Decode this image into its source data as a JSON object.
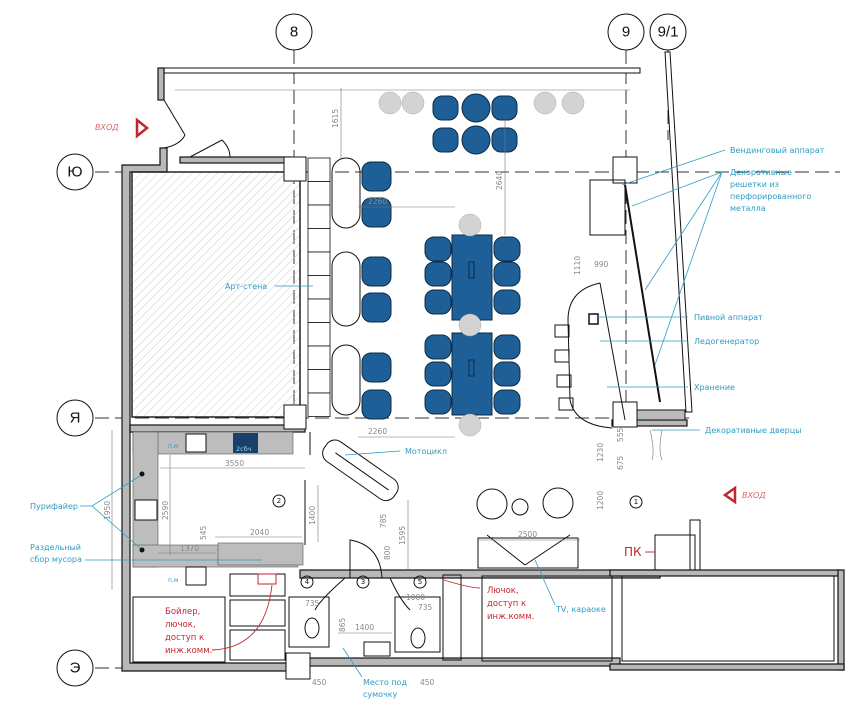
{
  "axes": {
    "v8": "8",
    "v9": "9",
    "v91": "9/1",
    "hu": "Ю",
    "hya": "Я",
    "he": "Э"
  },
  "entrances": {
    "top_left": "ВХОД",
    "right": "ВХОД"
  },
  "labels": {
    "vending": "Вендинговый аппарат",
    "grilles": [
      "Декоративные",
      "решетки из",
      "перфорированного",
      "металла"
    ],
    "art_wall": "Арт-стена",
    "beer": "Пивной аппарат",
    "ice": "Ледогенератор",
    "storage": "Хранение",
    "doors": "Декоративные дверцы",
    "moto": "Мотоцикл",
    "purifier": "Пурифайер",
    "waste": [
      "Раздельный",
      "сбор мусора"
    ],
    "tv": "TV, караоке",
    "bag": [
      "Место под",
      "сумочку"
    ],
    "pm1": "п.м",
    "pm2": "п.м",
    "dishwasher": "2сбч"
  },
  "red_labels": {
    "boiler": [
      "Бойлер,",
      "лючок,",
      "доступ к",
      "инж.комм."
    ],
    "hatch": [
      "Лючок,",
      "доступ к",
      "инж.комм."
    ],
    "pk": "ПК"
  },
  "dimensions": {
    "d1615": "1615",
    "d2640": "2640",
    "d2260a": "2260",
    "d2260b": "2260",
    "d1110": "1110",
    "d990": "990",
    "d3550": "3550",
    "d2590": "2590",
    "d1950": "1950",
    "d545": "545",
    "d1370": "1370",
    "d2040": "2040",
    "d1400a": "1400",
    "d785": "785",
    "d1595": "1595",
    "d800": "800",
    "d1000": "1000",
    "d735a": "735",
    "d735b": "735",
    "d865": "865",
    "d1400b": "1400",
    "d450a": "450",
    "d450b": "450",
    "d2500": "2500",
    "d1200": "1200",
    "d1230": "1230",
    "d675": "675",
    "d555": "555"
  },
  "rooms": [
    "1",
    "2",
    "3",
    "4",
    "5"
  ],
  "colors": {
    "furniture": "#1d5f96",
    "annotation": "#2e9cc4",
    "red": "#c4262e"
  }
}
